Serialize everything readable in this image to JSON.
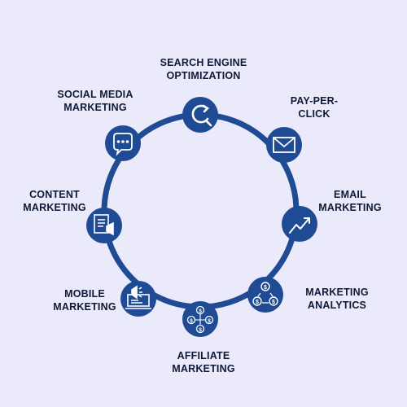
{
  "colors": {
    "background": "#ebeafa",
    "ring": "#1f4b94",
    "node": "#1f4b94",
    "icon": "#ffffff",
    "text": "#0e1a36"
  },
  "nodes": [
    {
      "icon": "refresh-search-icon",
      "lines": [
        "SEARCH ENGINE",
        "OPTIMIZATION"
      ]
    },
    {
      "icon": "envelope-icon",
      "lines": [
        "PAY-PER-",
        "CLICK"
      ]
    },
    {
      "icon": "trend-line-icon",
      "lines": [
        "EMAIL",
        "MARKETING"
      ]
    },
    {
      "icon": "dollar-cycle-icon",
      "lines": [
        "MARKETING",
        "ANALYTICS"
      ]
    },
    {
      "icon": "dollar-network-icon",
      "lines": [
        "AFFILIATE",
        "MARKETING"
      ]
    },
    {
      "icon": "laptop-megaphone-icon",
      "lines": [
        "MOBILE",
        "MARKETING"
      ]
    },
    {
      "icon": "document-megaphone-icon",
      "lines": [
        "CONTENT",
        "MARKETING"
      ]
    },
    {
      "icon": "chat-bubble-icon",
      "lines": [
        "SOCIAL MEDIA",
        "MARKETING"
      ]
    }
  ]
}
